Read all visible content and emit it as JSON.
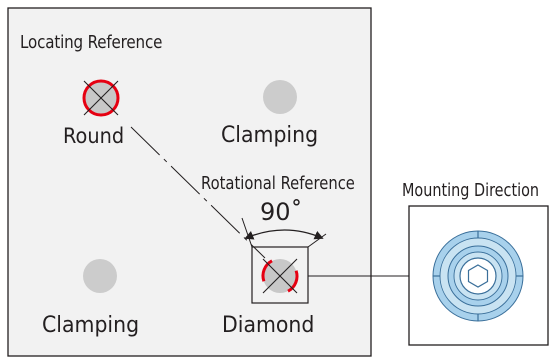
{
  "labels": {
    "locating_reference": "Locating Reference",
    "round": "Round",
    "clamping_top": "Clamping",
    "rotational_reference": "Rotational Reference",
    "angle": "90˚",
    "mounting_direction": "Mounting Direction",
    "clamping_bottom": "Clamping",
    "diamond": "Diamond"
  },
  "colors": {
    "plate_fill": "#f2f2f2",
    "outline": "#231f20",
    "clamp_gray": "#cccccc",
    "pin_gray": "#c8c8c8",
    "red": "#e60012",
    "mount_blue_light": "#c9e3f2",
    "mount_blue": "#a8d1ec",
    "mount_blue_dark": "#6fa9d4",
    "mount_line": "#3a6f9a"
  },
  "icons": {
    "round_pin": "round-pin-crossed-circle-icon",
    "diamond_pin": "diamond-pin-crossed-circle-icon",
    "mount_view": "hex-socket-mount-icon",
    "angle_arrow": "double-headed-arc-arrow-icon"
  }
}
